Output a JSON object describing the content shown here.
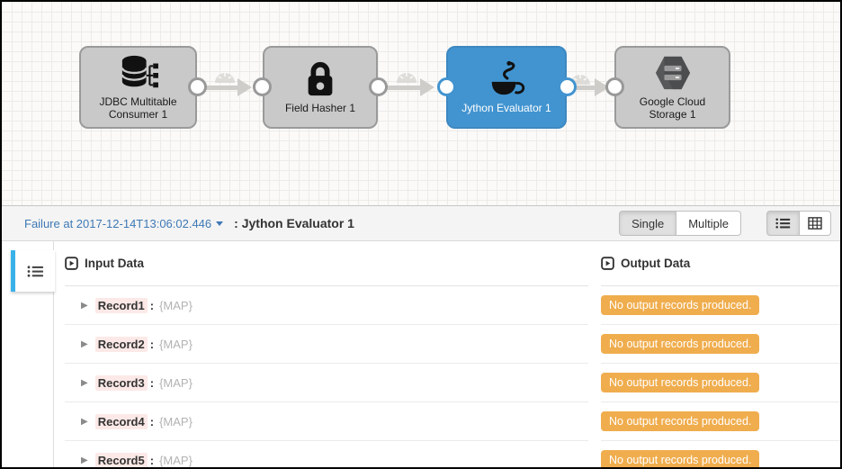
{
  "canvas": {
    "nodes": [
      {
        "label": "JDBC Multitable Consumer 1",
        "icon": "database-multitable-icon",
        "selected": false
      },
      {
        "label": "Field Hasher 1",
        "icon": "lock-icon",
        "selected": false
      },
      {
        "label": "Jython Evaluator 1",
        "icon": "jython-coffee-snake-icon",
        "selected": true
      },
      {
        "label": "Google Cloud Storage 1",
        "icon": "gcs-hexagon-icon",
        "selected": false
      }
    ],
    "connector_icon": "metrics-gauge-icon"
  },
  "toolbar": {
    "failure_link": "Failure at 2017-12-14T13:06:02.446",
    "stage_label": ": Jython Evaluator 1",
    "single_label": "Single",
    "multiple_label": "Multiple",
    "view_icons": [
      "list-view-icon",
      "table-view-icon"
    ],
    "active_view": "list"
  },
  "preview": {
    "sidebar_icon": "records-list-icon",
    "header_icon": "record-play-icon",
    "input_header": "Input Data",
    "output_header": "Output Data",
    "separator": ":",
    "records": [
      {
        "name": "Record1",
        "type": "{MAP}",
        "output": "No output records produced."
      },
      {
        "name": "Record2",
        "type": "{MAP}",
        "output": "No output records produced."
      },
      {
        "name": "Record3",
        "type": "{MAP}",
        "output": "No output records produced."
      },
      {
        "name": "Record4",
        "type": "{MAP}",
        "output": "No output records produced."
      },
      {
        "name": "Record5",
        "type": "{MAP}",
        "output": "No output records produced."
      }
    ]
  },
  "colors": {
    "selected_stage": "#4294d0",
    "stage_gray": "#c9c9c9",
    "badge_orange": "#f0ad4e",
    "link_blue": "#3e79b5",
    "tab_accent": "#3ab1e8",
    "record_highlight": "#fce9e7"
  }
}
